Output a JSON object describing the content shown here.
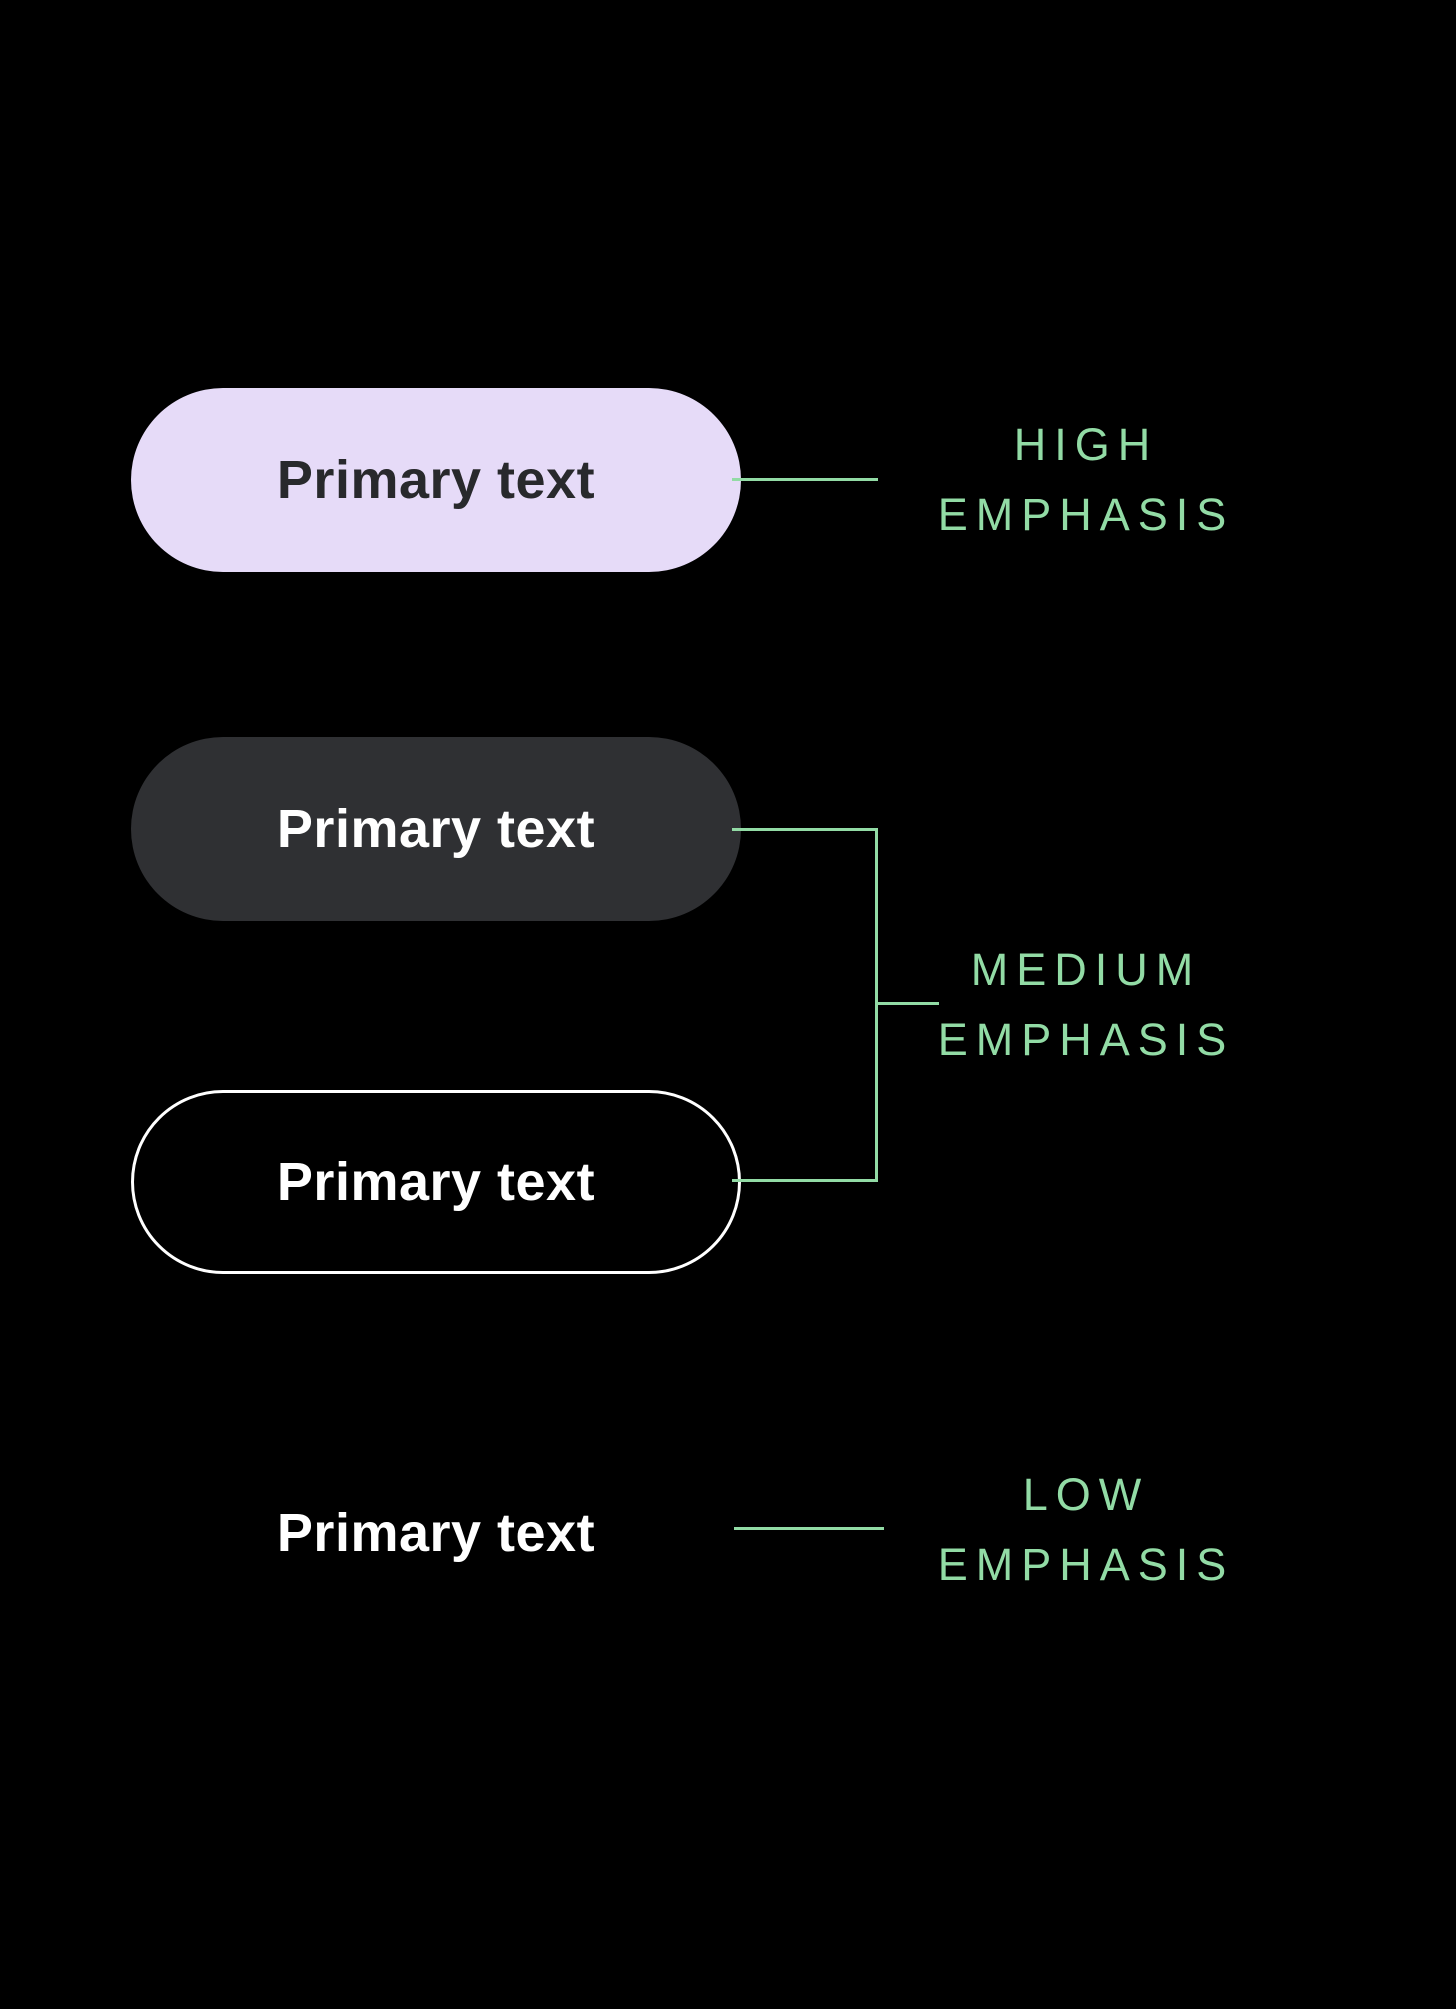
{
  "colors": {
    "background": "#000000",
    "lavender": "#E6DBF8",
    "dark_gray": "#2F3033",
    "green": "#92DBA5",
    "white": "#FFFFFF",
    "dark_text": "#28292C"
  },
  "buttons": {
    "filled": {
      "label": "Primary text",
      "emphasis": "high"
    },
    "tonal": {
      "label": "Primary text",
      "emphasis": "medium"
    },
    "outlined": {
      "label": "Primary text",
      "emphasis": "medium"
    },
    "text": {
      "label": "Primary text",
      "emphasis": "low"
    }
  },
  "annotations": {
    "high": {
      "line1": "HIGH",
      "line2": "EMPHASIS"
    },
    "medium": {
      "line1": "MEDIUM",
      "line2": "EMPHASIS"
    },
    "low": {
      "line1": "LOW",
      "line2": "EMPHASIS"
    }
  }
}
